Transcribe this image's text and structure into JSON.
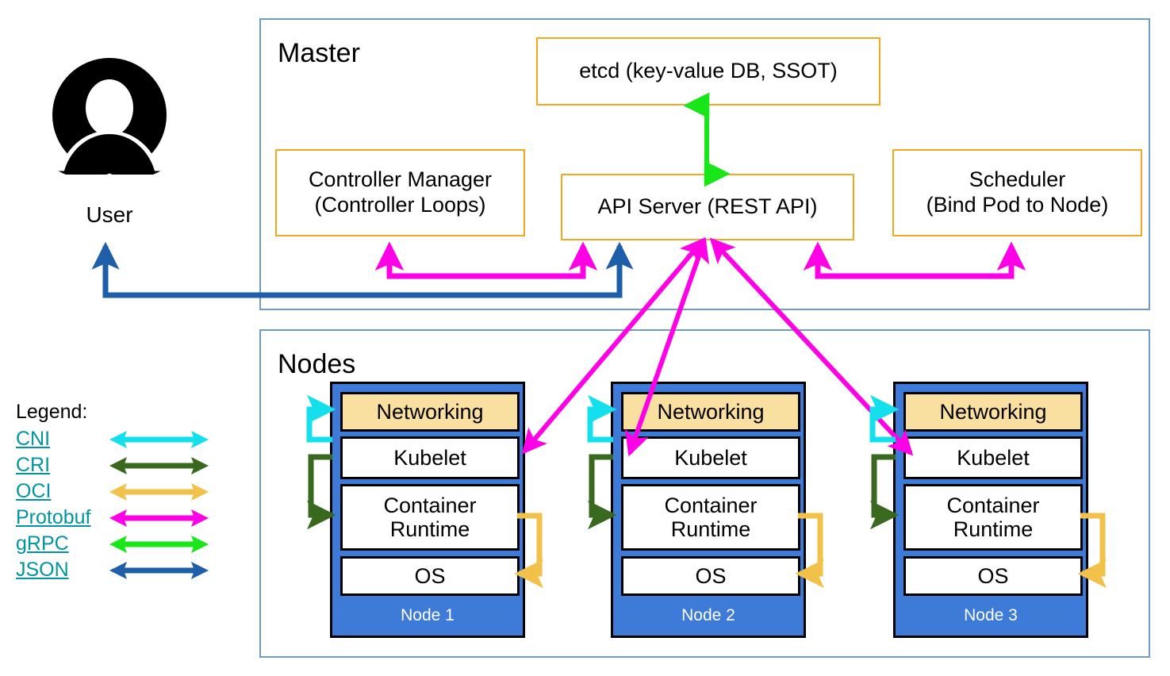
{
  "diagram": {
    "title_master": "Master",
    "title_nodes": "Nodes",
    "user": {
      "label": "User",
      "icon": "user-avatar-icon"
    }
  },
  "master": {
    "boxes": [
      {
        "id": "etcd",
        "text": "etcd (key-value DB, SSOT)"
      },
      {
        "id": "controller-manager",
        "line1": "Controller Manager",
        "line2": "(Controller Loops)"
      },
      {
        "id": "api-server",
        "text": "API Server (REST API)"
      },
      {
        "id": "scheduler",
        "line1": "Scheduler",
        "line2": "(Bind Pod to Node)"
      }
    ]
  },
  "nodes": {
    "layers": [
      "Networking",
      "Kubelet",
      "Container Runtime",
      "OS"
    ],
    "layer_networking": "Networking",
    "layer_kubelet": "Kubelet",
    "layer_runtime_line1": "Container",
    "layer_runtime_line2": "Runtime",
    "layer_os": "OS",
    "items": [
      {
        "name": "Node 1"
      },
      {
        "name": "Node 2"
      },
      {
        "name": "Node 3"
      }
    ]
  },
  "legend": {
    "title": "Legend:",
    "items": [
      {
        "label": "CNI",
        "color": "#14E0ED"
      },
      {
        "label": "CRI",
        "color": "#38691F"
      },
      {
        "label": "OCI",
        "color": "#F2C14A"
      },
      {
        "label": "Protobuf",
        "color": "#FF00E6"
      },
      {
        "label": "gRPC",
        "color": "#19E619"
      },
      {
        "label": "JSON",
        "color": "#1F5FA9"
      }
    ]
  },
  "colors": {
    "container_border": "#6F9AD0",
    "master_box_border": "#F5A623",
    "node_fill": "#3E7BD9",
    "networking_fill": "#FAE0A0",
    "legend_link": "#00959F",
    "cni": "#14E0ED",
    "cri": "#38691F",
    "oci": "#F2C14A",
    "protobuf": "#FF00E6",
    "grpc": "#19E619",
    "json": "#1F5FA9"
  }
}
